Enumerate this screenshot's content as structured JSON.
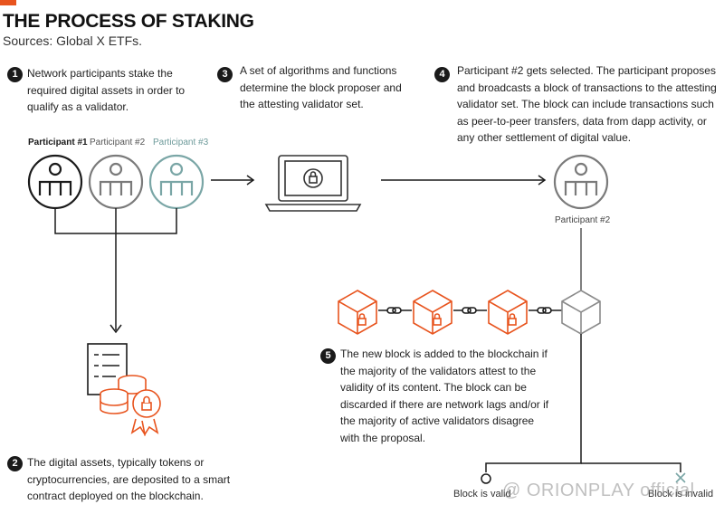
{
  "header": {
    "title": "THE PROCESS OF STAKING",
    "subtitle": "Sources: Global X ETFs."
  },
  "steps": [
    {
      "number": "1",
      "text": "Network participants stake the required digital assets in order to qualify as a validator."
    },
    {
      "number": "2",
      "text": "The digital assets, typically tokens or cryptocurrencies, are deposited to a smart contract deployed on the blockchain."
    },
    {
      "number": "3",
      "text": "A set of algorithms and functions determine the block proposer and the attesting validator set."
    },
    {
      "number": "4",
      "text": "Participant #2 gets selected. The participant proposes and broadcasts a block of transactions to the attesting validator set. The block can include transactions such as peer-to-peer transfers, data from dapp activity, or any other settlement of digital value."
    },
    {
      "number": "5",
      "text": "The new block is added to the blockchain if the majority of the validators attest to the validity of its content. The block can be discarded if there are network lags and/or if the majority of active validators disagree with the proposal."
    }
  ],
  "participants": [
    {
      "label": "Participant #1",
      "color": "#1a1a1a"
    },
    {
      "label": "Participant #2",
      "color": "#7a7a7a"
    },
    {
      "label": "Participant #3",
      "color": "#7aa6a6"
    }
  ],
  "selected_participant": {
    "label": "Participant #2"
  },
  "outcomes": {
    "valid_label": "Block is valid",
    "invalid_label": "Block is invalid"
  },
  "watermark": "@ ORIONPLAY official",
  "colors": {
    "accent": "#e8541e",
    "dark": "#1a1a1a",
    "gray": "#7a7a7a",
    "teal": "#7aa6a6",
    "invalid": "#7aa6a6"
  },
  "icons": {
    "participant": "person-icon",
    "computer": "laptop-lock-icon",
    "block": "cube-icon",
    "link": "chain-link-icon",
    "contract": "document-coins-seal-icon"
  }
}
